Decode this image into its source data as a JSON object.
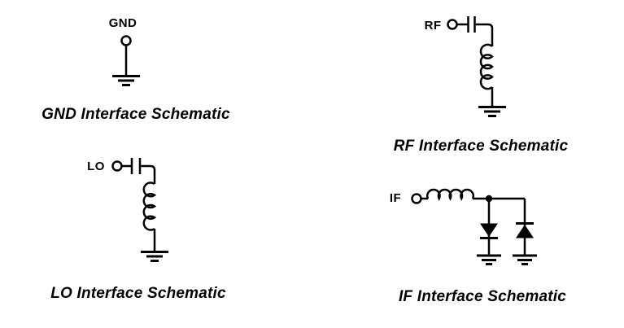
{
  "figure": {
    "background_color": "#ffffff",
    "ink_color": "#000000",
    "type": "circuit-interface-schematics"
  },
  "schematics": [
    {
      "id": "gnd",
      "port_label": "GND",
      "caption": "GND Interface Schematic",
      "components": [
        "port-terminal-icon",
        "wire",
        "ground-icon"
      ]
    },
    {
      "id": "rf",
      "port_label": "RF",
      "caption": "RF Interface Schematic",
      "components": [
        "port-terminal-icon",
        "series-capacitor-icon",
        "shunt-inductor-icon",
        "ground-icon"
      ]
    },
    {
      "id": "lo",
      "port_label": "LO",
      "caption": "LO Interface Schematic",
      "components": [
        "port-terminal-icon",
        "series-capacitor-icon",
        "shunt-inductor-icon",
        "ground-icon"
      ]
    },
    {
      "id": "if",
      "port_label": "IF",
      "caption": "IF Interface Schematic",
      "components": [
        "port-terminal-icon",
        "series-inductor-icon",
        "junction-dot",
        "shunt-diode-down-icon",
        "ground-icon",
        "shunt-diode-up-icon",
        "ground-icon"
      ]
    }
  ]
}
